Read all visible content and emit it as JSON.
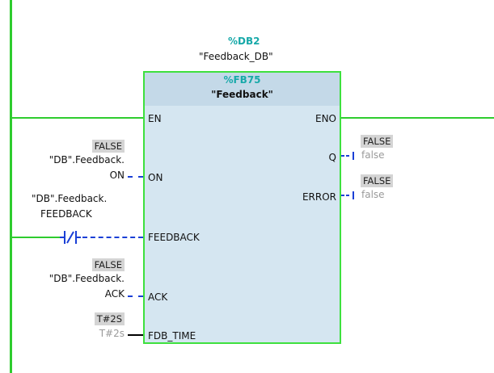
{
  "instance": {
    "db_address": "%DB2",
    "db_name": "\"Feedback_DB\""
  },
  "block": {
    "number": "%FB75",
    "name": "\"Feedback\""
  },
  "inputs": {
    "en": "EN",
    "on": {
      "pin": "ON",
      "status": "FALSE",
      "tag_line1": "\"DB\".Feedback.",
      "tag_line2": "ON"
    },
    "feedback": {
      "pin": "FEEDBACK",
      "tag_line1": "\"DB\".Feedback.",
      "tag_line2": "FEEDBACK"
    },
    "ack": {
      "pin": "ACK",
      "status": "FALSE",
      "tag_line1": "\"DB\".Feedback.",
      "tag_line2": "ACK"
    },
    "fdb_time": {
      "pin": "FDB_TIME",
      "status": "T#2S",
      "value": "T#2s"
    }
  },
  "outputs": {
    "eno": "ENO",
    "q": {
      "pin": "Q",
      "status": "FALSE",
      "value": "false"
    },
    "error": {
      "pin": "ERROR",
      "status": "FALSE",
      "value": "false"
    }
  },
  "colors": {
    "power_rail": "#2ecc2e",
    "wire_false": "#1a3fd6",
    "block_fill": "#d5e6f1",
    "address_text": "#18a9a9"
  }
}
